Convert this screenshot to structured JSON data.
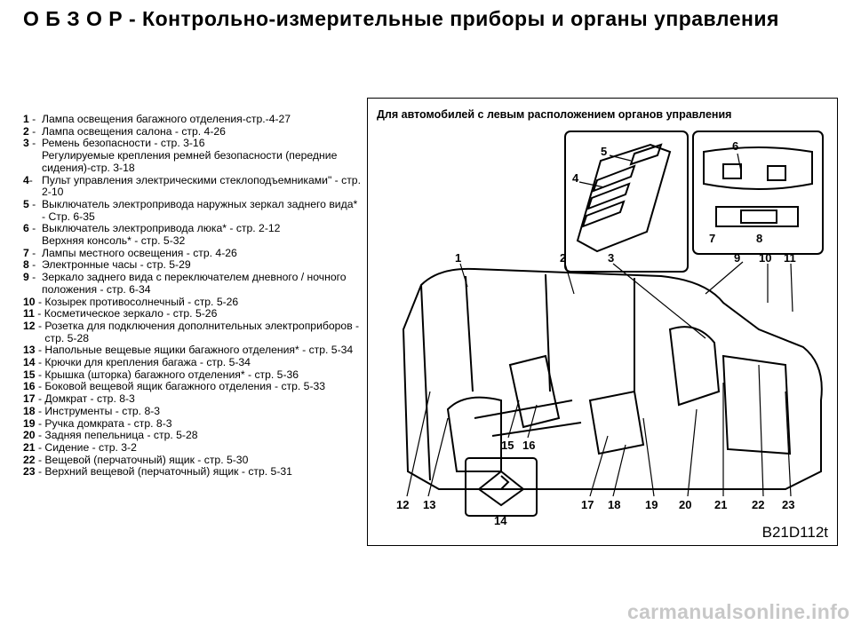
{
  "page": {
    "title": "О Б З О Р  -  Контрольно-измерительные  приборы  и  органы  управления"
  },
  "legend": {
    "items": [
      {
        "num": "1",
        "sep": " -  ",
        "text": "Лампа освещения багажного отделения-стр.-4-27"
      },
      {
        "num": "2",
        "sep": " -  ",
        "text": "Лампа освещения салона - стр. 4-26"
      },
      {
        "num": "3",
        "sep": " -  ",
        "text": "Ремень безопасности - стр. 3-16\nРегулируемые крепления ремней безопасности (передние сидения)-стр. 3-18"
      },
      {
        "num": "4",
        "sep": "-   ",
        "text": "Пульт управления электрическими стеклоподъемниками\" - стр. 2-10"
      },
      {
        "num": "5",
        "sep": " -  ",
        "text": "Выключатель электропривода наружных зеркал заднего вида* - Стр. 6-35"
      },
      {
        "num": "6",
        "sep": " -  ",
        "text": "Выключатель электропривода люка* - стр. 2-12\nВерхняя консоль* - стр. 5-32"
      },
      {
        "num": "7",
        "sep": " -  ",
        "text": "Лампы местного освещения - стр. 4-26"
      },
      {
        "num": "8",
        "sep": " -  ",
        "text": "Электронные часы - стр. 5-29"
      },
      {
        "num": "9",
        "sep": " -  ",
        "text": "Зеркало заднего вида с переключателем дневного / ночного положения - стр. 6-34"
      },
      {
        "num": "10",
        "sep": " - ",
        "text": "Козырек противосолнечный - стр. 5-26"
      },
      {
        "num": "11",
        "sep": " - ",
        "text": "Косметическое зеркало - стр. 5-26"
      },
      {
        "num": "12",
        "sep": " - ",
        "text": "Розетка для подключения дополнительных электроприборов - стр. 5-28"
      },
      {
        "num": "13",
        "sep": " - ",
        "text": "Напольные вещевые ящики багажного отделения* - стр. 5-34"
      },
      {
        "num": "14",
        "sep": " - ",
        "text": "Крючки для крепления багажа - стр. 5-34"
      },
      {
        "num": "15",
        "sep": " - ",
        "text": "Крышка (шторка) багажного отделения* - стр. 5-36"
      },
      {
        "num": "16",
        "sep": " - ",
        "text": "Боковой вещевой ящик багажного отделения - стр. 5-33"
      },
      {
        "num": "17",
        "sep": " - ",
        "text": "Домкрат - стр. 8-3"
      },
      {
        "num": "18",
        "sep": " - ",
        "text": "Инструменты - стр. 8-3"
      },
      {
        "num": "19",
        "sep": " - ",
        "text": "Ручка домкрата - стр. 8-3"
      },
      {
        "num": "20",
        "sep": " - ",
        "text": "Задняя пепельница - стр. 5-28"
      },
      {
        "num": "21",
        "sep": " - ",
        "text": "Сидение - стр. 3-2"
      },
      {
        "num": "22",
        "sep": " - ",
        "text": "Вещевой (перчаточный) ящик - стр. 5-30"
      },
      {
        "num": "23",
        "sep": " - ",
        "text": "Верхний вещевой (перчаточный) ящик - стр. 5-31"
      }
    ]
  },
  "figure": {
    "caption": "Для автомобилей с левым расположением органов управления",
    "code": "B21D112t",
    "callouts": [
      "1",
      "2",
      "3",
      "4",
      "5",
      "6",
      "7",
      "8",
      "9",
      "10",
      "11",
      "12",
      "13",
      "14",
      "15",
      "16",
      "17",
      "18",
      "19",
      "20",
      "21",
      "22",
      "23"
    ]
  },
  "watermark": "carmanualsonline.info"
}
